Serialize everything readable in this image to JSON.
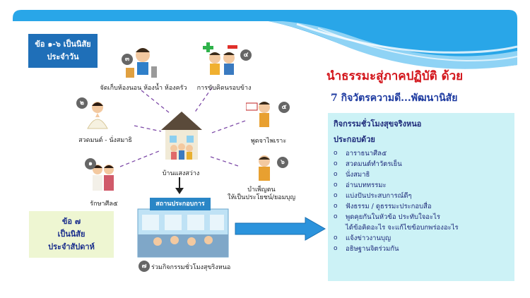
{
  "left_box": {
    "line1": "ข้อ ๑-๖ เป็นนิสัย",
    "line2": "ประจำวัน"
  },
  "weekly_box": {
    "line1": "ข้อ ๗",
    "line2": "เป็นนิสัย",
    "line3": "ประจำสัปดาห์"
  },
  "nodes": {
    "n1": {
      "num": "๑",
      "label": "รักษาศีล๕"
    },
    "n2": {
      "num": "๒",
      "label": "สวดมนต์ - นั่งสมาธิ"
    },
    "n3": {
      "num": "๓",
      "label": "จัดเก็บห้องนอน ห้องน้ำ ห้องครัว"
    },
    "n4": {
      "num": "๔",
      "label": "การขับคิดนรอบข้าง"
    },
    "n5": {
      "num": "๕",
      "label": "พูดจาไพเราะ"
    },
    "n6": {
      "num": "๖",
      "label_line1": "บำเพ็ญตน",
      "label_line2": "ให้เป็นประโยชน์/ยอมบุญ"
    },
    "center": {
      "label": "บ้านแสงสว่าง"
    },
    "workplace": {
      "header": "สถานประกอบการ",
      "num": "๗",
      "label": "ร่วมกิจกรรมชั่วโมงสุขริงหนอ"
    }
  },
  "title_main": "นำธรรมะสู่ภาคปฏิบัติ ด้วย",
  "title_sub": "7 กิจวัตรความดี...พัฒนานิสัย",
  "panel": {
    "heading": "กิจกรรมชั่วโมงสุขจริงหนอ",
    "subheading": "ประกอบด้วย",
    "bullet": "o",
    "items": [
      "อาราธนาศีล๕",
      "สวดมนต์ทำวัตรเย็น",
      "นั่งสมาธิ",
      "อ่านบททรรมะ",
      "แบ่งปันประสบการณ์ดีๆ",
      "ฟังธรรม / ดูธรรมะประกอบสื่อ",
      "พูดคุยกันในหัวข้อ ประทับใจอะไร",
      "แจ้งข่าวงานบุญ",
      "อธิษฐานจิตร่วมกัน"
    ],
    "item7_line2": "ได้ข้อคิดอะไร จะแก้ไขข้อบกพร่องอะไร"
  },
  "colors": {
    "banner": "#29a6e8",
    "red_title": "#d3161c",
    "blue_title": "#1d3aa0",
    "panel_bg": "#ccf2f6",
    "arrow": "#2b93dc"
  }
}
